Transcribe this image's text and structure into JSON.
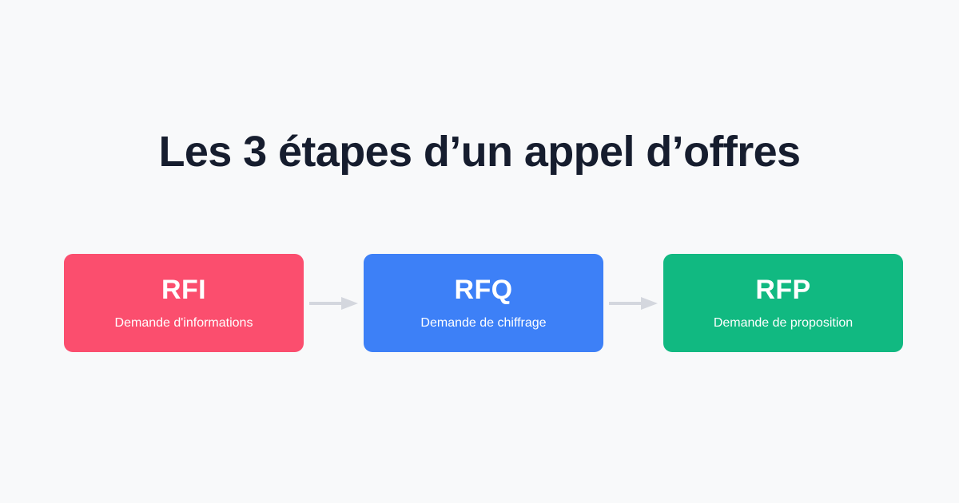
{
  "page": {
    "background_color": "#f8f9fa",
    "title": "Les 3 étapes d’un appel d’offres",
    "title_color": "#161d2e"
  },
  "flow": {
    "arrow_color": "#d4d7de",
    "arrow_icon_name": "arrow-right-icon",
    "steps": [
      {
        "code": "RFI",
        "label": "Demande d'informations",
        "color": "#fb4e6e"
      },
      {
        "code": "RFQ",
        "label": "Demande de chiffrage",
        "color": "#3d80f7"
      },
      {
        "code": "RFP",
        "label": "Demande de proposition",
        "color": "#11b981"
      }
    ]
  }
}
